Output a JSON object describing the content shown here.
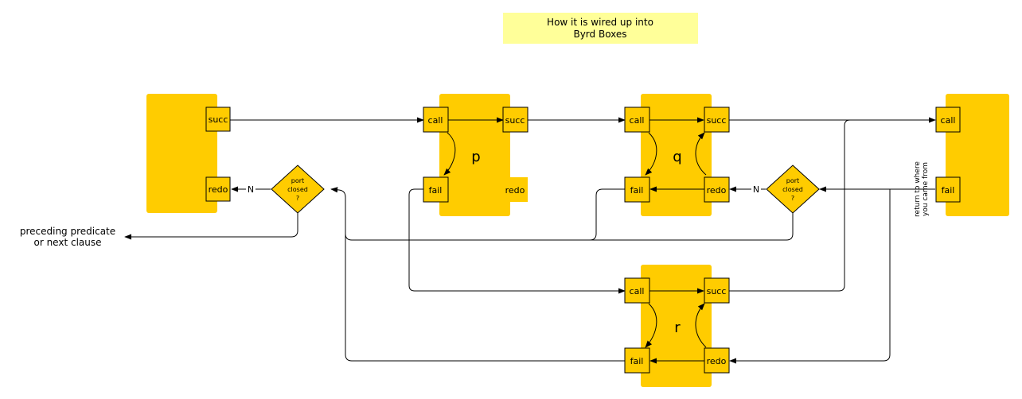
{
  "title": {
    "line1": "How it is wired up into",
    "line2": "Byrd Boxes"
  },
  "colors": {
    "box": "#FFCC00",
    "title_bg": "#FFFF99",
    "line": "#000000"
  },
  "boxes": {
    "p": "p",
    "q": "q",
    "r": "r"
  },
  "ports": {
    "call": "call",
    "succ": "succ",
    "fail": "fail",
    "redo": "redo"
  },
  "diamond": {
    "line1": "port",
    "line2": "closed",
    "line3": "?"
  },
  "no_label": "N",
  "left_note": {
    "line1": "preceding predicate",
    "line2": "or next clause"
  },
  "right_note": {
    "line1": "return to where",
    "line2": "you came from"
  }
}
